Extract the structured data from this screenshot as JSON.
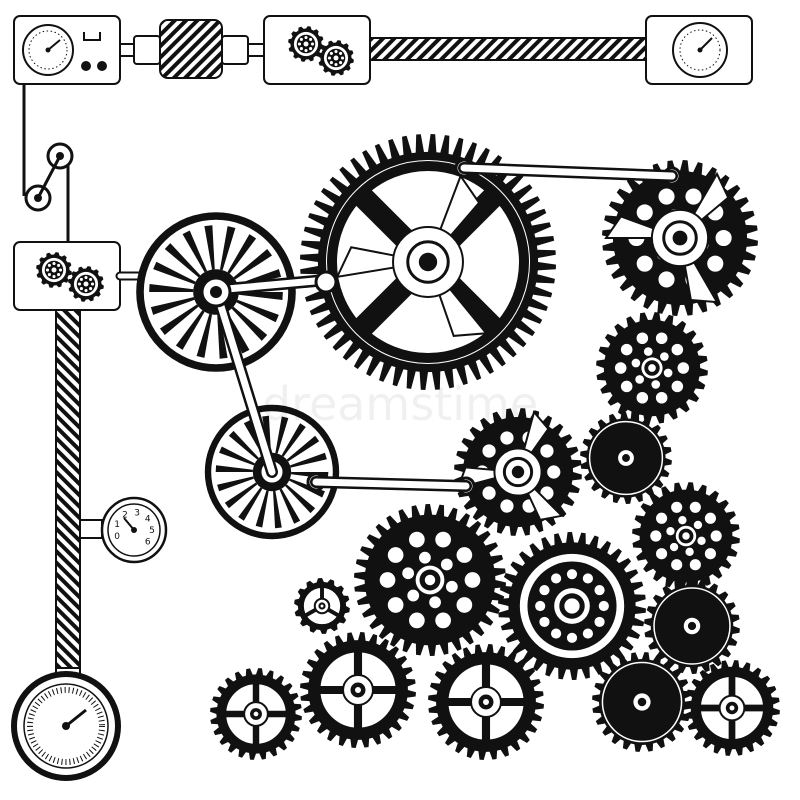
{
  "illustration": {
    "subject": "mechanical-gears-and-gauges",
    "colors": {
      "ink": "#111111",
      "paper": "#ffffff",
      "hatch": "#111111"
    },
    "pressure_gauge": {
      "dial_numbers": [
        "0",
        "1",
        "2",
        "3",
        "4",
        "5",
        "6"
      ]
    },
    "watermark": "dreamstime"
  }
}
